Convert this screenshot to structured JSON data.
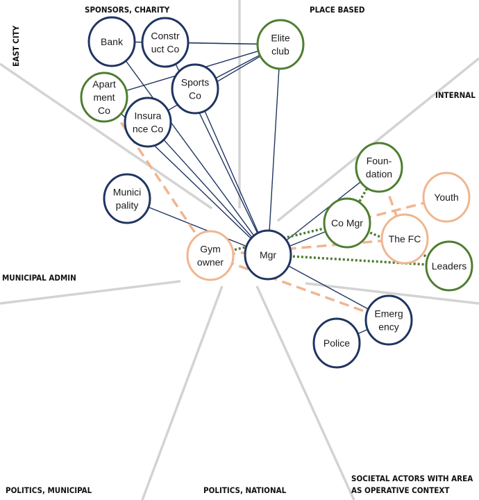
{
  "colors": {
    "navy": "#1f3461",
    "green": "#4e7d31",
    "orange": "#f0b58e",
    "divider": "#d3d3d3"
  },
  "sectors": [
    {
      "id": "east-city",
      "label": "EAST CITY"
    },
    {
      "id": "sponsors",
      "label": "SPONSORS, CHARITY"
    },
    {
      "id": "place",
      "label": "PLACE BASED"
    },
    {
      "id": "internal",
      "label": "INTERNAL"
    },
    {
      "id": "municipal-admin",
      "label": "MUNICIPAL ADMIN"
    },
    {
      "id": "politics-municipal",
      "label": "POLITICS, MUNICIPAL"
    },
    {
      "id": "politics-national",
      "label": "POLITICS, NATIONAL"
    },
    {
      "id": "societal",
      "label": "SOCIETAL ACTORS WITH AREA",
      "label2": "AS OPERATIVE CONTEXT"
    }
  ],
  "nodes": [
    {
      "id": "bank",
      "lines": [
        "Bank"
      ],
      "color": "navy"
    },
    {
      "id": "construct",
      "lines": [
        "Constr",
        "uct Co"
      ],
      "color": "navy"
    },
    {
      "id": "elite",
      "lines": [
        "Elite",
        "club"
      ],
      "color": "green"
    },
    {
      "id": "apartment",
      "lines": [
        "Apart",
        "ment",
        "Co"
      ],
      "color": "green"
    },
    {
      "id": "sports",
      "lines": [
        "Sports",
        "Co"
      ],
      "color": "navy"
    },
    {
      "id": "insurance",
      "lines": [
        "Insura",
        "nce Co"
      ],
      "color": "navy"
    },
    {
      "id": "foundation",
      "lines": [
        "Foun-",
        "dation"
      ],
      "color": "green"
    },
    {
      "id": "youth",
      "lines": [
        "Youth"
      ],
      "color": "orange"
    },
    {
      "id": "municipality",
      "lines": [
        "Munici",
        "pality"
      ],
      "color": "navy"
    },
    {
      "id": "comgr",
      "lines": [
        "Co Mgr"
      ],
      "color": "green"
    },
    {
      "id": "fc",
      "lines": [
        "The FC"
      ],
      "color": "orange"
    },
    {
      "id": "gym",
      "lines": [
        "Gym",
        "owner"
      ],
      "color": "orange"
    },
    {
      "id": "mgr",
      "lines": [
        "Mgr"
      ],
      "color": "navy"
    },
    {
      "id": "leaders",
      "lines": [
        "Leaders"
      ],
      "color": "green"
    },
    {
      "id": "emergency",
      "lines": [
        "Emerg",
        "ency"
      ],
      "color": "navy"
    },
    {
      "id": "police",
      "lines": [
        "Police"
      ],
      "color": "navy"
    }
  ],
  "edges": [
    {
      "from": "elite",
      "to": "bank",
      "style": "solid"
    },
    {
      "from": "elite",
      "to": "construct",
      "style": "solid"
    },
    {
      "from": "elite",
      "to": "apartment",
      "style": "solid"
    },
    {
      "from": "elite",
      "to": "sports",
      "style": "solid"
    },
    {
      "from": "elite",
      "to": "insurance",
      "style": "solid"
    },
    {
      "from": "elite",
      "to": "mgr",
      "style": "solid"
    },
    {
      "from": "bank",
      "to": "mgr",
      "style": "solid"
    },
    {
      "from": "construct",
      "to": "mgr",
      "style": "solid"
    },
    {
      "from": "sports",
      "to": "mgr",
      "style": "solid"
    },
    {
      "from": "insurance",
      "to": "mgr",
      "style": "solid"
    },
    {
      "from": "apartment",
      "to": "mgr",
      "style": "solid"
    },
    {
      "from": "municipality",
      "to": "mgr",
      "style": "solid"
    },
    {
      "from": "mgr",
      "to": "foundation",
      "style": "solid"
    },
    {
      "from": "mgr",
      "to": "comgr",
      "style": "solid"
    },
    {
      "from": "mgr",
      "to": "emergency",
      "style": "solid"
    },
    {
      "from": "emergency",
      "to": "police",
      "style": "solid"
    },
    {
      "from": "gym",
      "to": "comgr",
      "style": "dotted"
    },
    {
      "from": "comgr",
      "to": "foundation",
      "style": "dotted"
    },
    {
      "from": "comgr",
      "to": "leaders",
      "style": "dotted"
    },
    {
      "from": "mgr",
      "to": "leaders",
      "style": "dotted"
    },
    {
      "from": "apartment",
      "to": "gym",
      "style": "dashed"
    },
    {
      "from": "gym",
      "to": "emergency",
      "style": "dashed"
    },
    {
      "from": "gym",
      "to": "fc",
      "style": "dashed"
    },
    {
      "from": "comgr",
      "to": "youth",
      "style": "dashed"
    },
    {
      "from": "foundation",
      "to": "fc",
      "style": "dashed"
    }
  ]
}
